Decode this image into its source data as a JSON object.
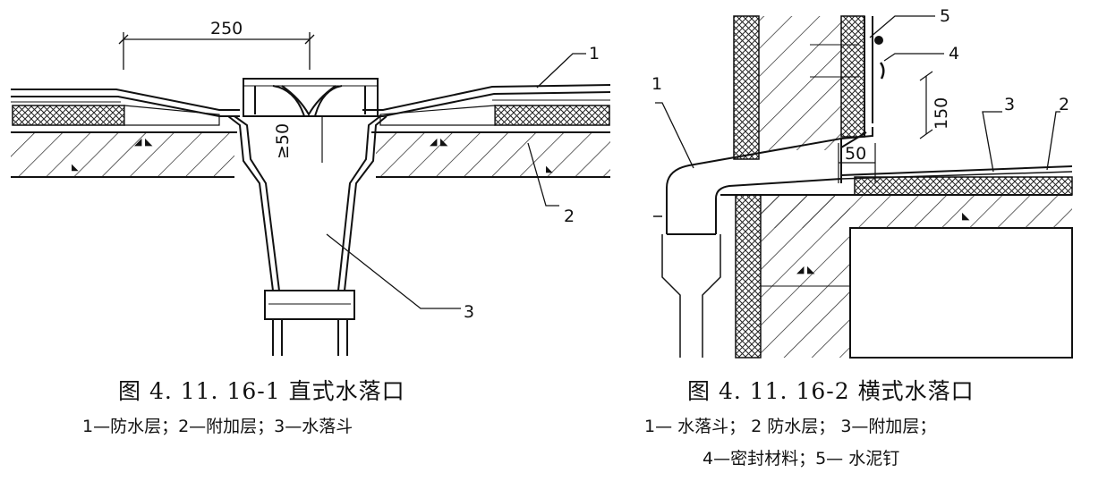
{
  "figure1": {
    "title": "图 4. 11. 16-1    直式水落口",
    "legend": "1—防水层；2—附加层；3—水落斗",
    "dim_width": "250",
    "dim_gap": "≥50",
    "callouts": [
      "1",
      "2",
      "3"
    ]
  },
  "figure2": {
    "title": "图 4. 11. 16-2    横式水落口",
    "legend_line1": "1— 水落斗； 2   防水层； 3—附加层；",
    "legend_line2": "4—密封材料；5— 水泥钉",
    "dim_height": "150",
    "dim_width": "50",
    "callouts": [
      "1",
      "2",
      "3",
      "4",
      "5"
    ]
  }
}
